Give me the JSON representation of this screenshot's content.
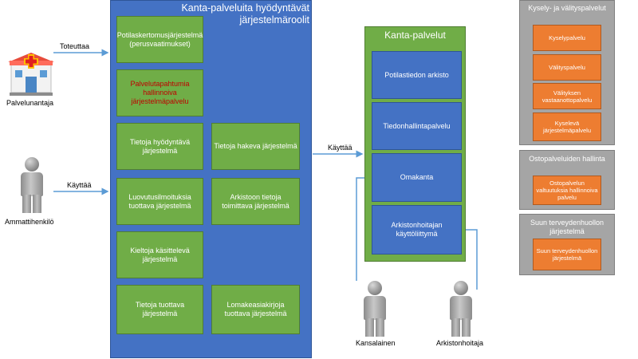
{
  "actors": {
    "provider": "Palvelunantaja",
    "professional": "Ammattihenkilö",
    "citizen": "Kansalainen",
    "archivist": "Arkistonhoitaja"
  },
  "edges": {
    "implements": "Toteuttaa",
    "uses_left": "Käyttää",
    "uses_kanta": "Käyttää"
  },
  "main": {
    "title": "Kanta-palveluita hyödyntävät järjestelmäroolit",
    "boxes": {
      "potilaskertomus": "Potilaskertomusjärjestelmä (perusvaatimukset)",
      "palvelutapahtuma": "Palvelutapahtumia hallinnoiva järjestelmäpalvelu",
      "tietoja_hyodyntava": "Tietoja hyödyntävä järjestelmä",
      "tietoja_hakeva": "Tietoja hakeva järjestelmä",
      "luovutusilmoitus": "Luovutusilmoituksia tuottava järjestelmä",
      "arkistoon": "Arkistoon tietoja toimittava järjestelmä",
      "kielto": "Kieltoja käsittelevä järjestelmä",
      "tietoja_tuottava": "Tietoja tuottava järjestelmä",
      "lomakeasiakirja": "Lomakeasiakirjoja tuottava järjestelmä"
    }
  },
  "kanta": {
    "title": "Kanta-palvelut",
    "boxes": {
      "potilastiedon_arkisto": "Potilastiedon arkisto",
      "tiedonhallinta": "Tiedonhallintapalvelu",
      "omakanta": "Omakanta",
      "arkistonhoitajan": "Arkistonhoitajan käyttöliittymä"
    }
  },
  "right": {
    "panel1": {
      "title": "Kysely- ja välityspalvelut",
      "items": [
        "Kyselypalvelu",
        "Välityspalvelu",
        "Välityksen vastaanottopalvelu",
        "Kyselevä järjestelmäpalvelu"
      ]
    },
    "panel2": {
      "title": "Ostopalveluiden hallinta",
      "items": [
        "Ostopalvelun valtuutuksia hallinnoiva palvelu"
      ]
    },
    "panel3": {
      "title": "Suun terveydenhuollon järjestelmä",
      "items": [
        "Suun terveydenhuollon järjestelmä"
      ]
    }
  },
  "colors": {
    "blue": "#4472c4",
    "green": "#70ad47",
    "orange": "#ed7d31",
    "gray": "#a5a5a5",
    "arrow": "#5b9bd5",
    "red_text": "#c00000"
  }
}
